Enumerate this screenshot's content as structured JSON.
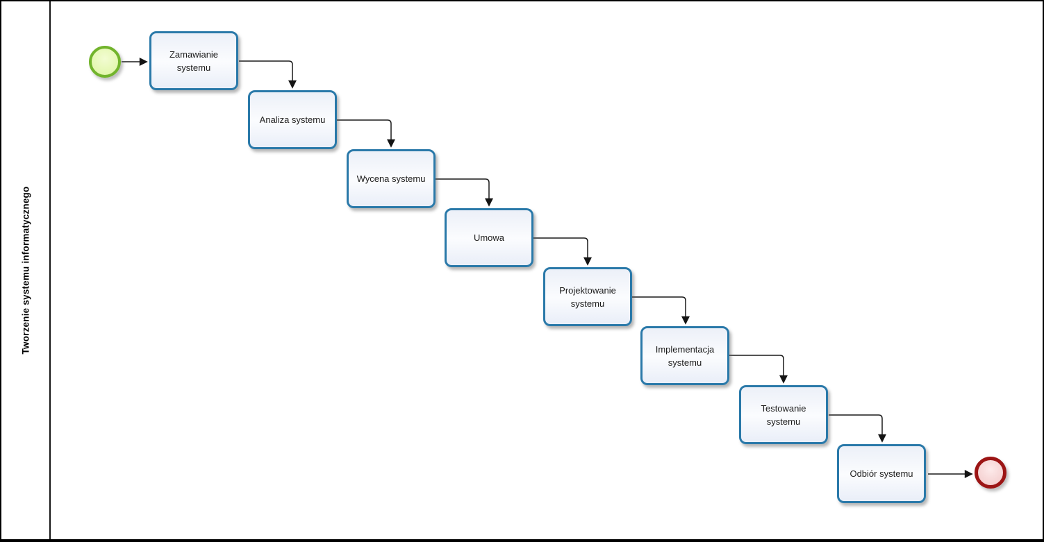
{
  "pool": {
    "lane_label": "Tworzenie systemu informatycznego"
  },
  "tasks": [
    {
      "label": "Zamawianie systemu"
    },
    {
      "label": "Analiza systemu"
    },
    {
      "label": "Wycena systemu"
    },
    {
      "label": "Umowa"
    },
    {
      "label": "Projektowanie systemu"
    },
    {
      "label": "Implementacja systemu"
    },
    {
      "label": "Testowanie systemu"
    },
    {
      "label": "Odbiór systemu"
    }
  ],
  "events": {
    "start": {
      "name": "start-event",
      "border_color": "#72b42c",
      "fill_color": "#e3f7ae"
    },
    "end": {
      "name": "end-event",
      "border_color": "#9c1515",
      "fill_color": "#f4cfcf"
    }
  },
  "colors": {
    "task_border": "#2a79a9",
    "task_fill_top": "#ecf0f8",
    "task_fill_bottom": "#e9eef8",
    "connector": "#1a1a1a",
    "pool_border": "#000000"
  }
}
